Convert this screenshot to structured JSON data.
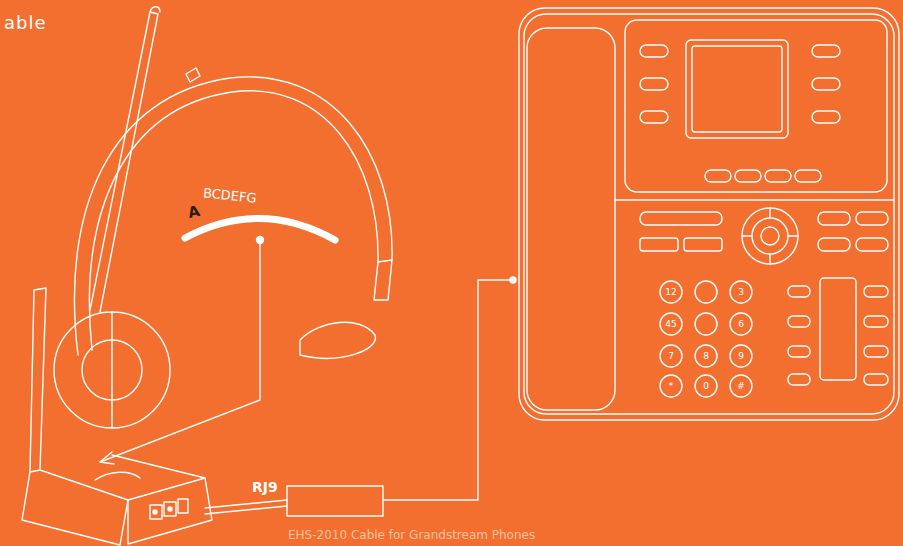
{
  "diagram": {
    "title": "able",
    "caption": "EHS-2010 Cable for Grandstream Phones",
    "labels": [
      "A",
      "BCDEFG",
      "RJ9",
      "12",
      "3",
      "45",
      "6",
      "7",
      "8",
      "9",
      "*",
      "0",
      "#"
    ]
  }
}
